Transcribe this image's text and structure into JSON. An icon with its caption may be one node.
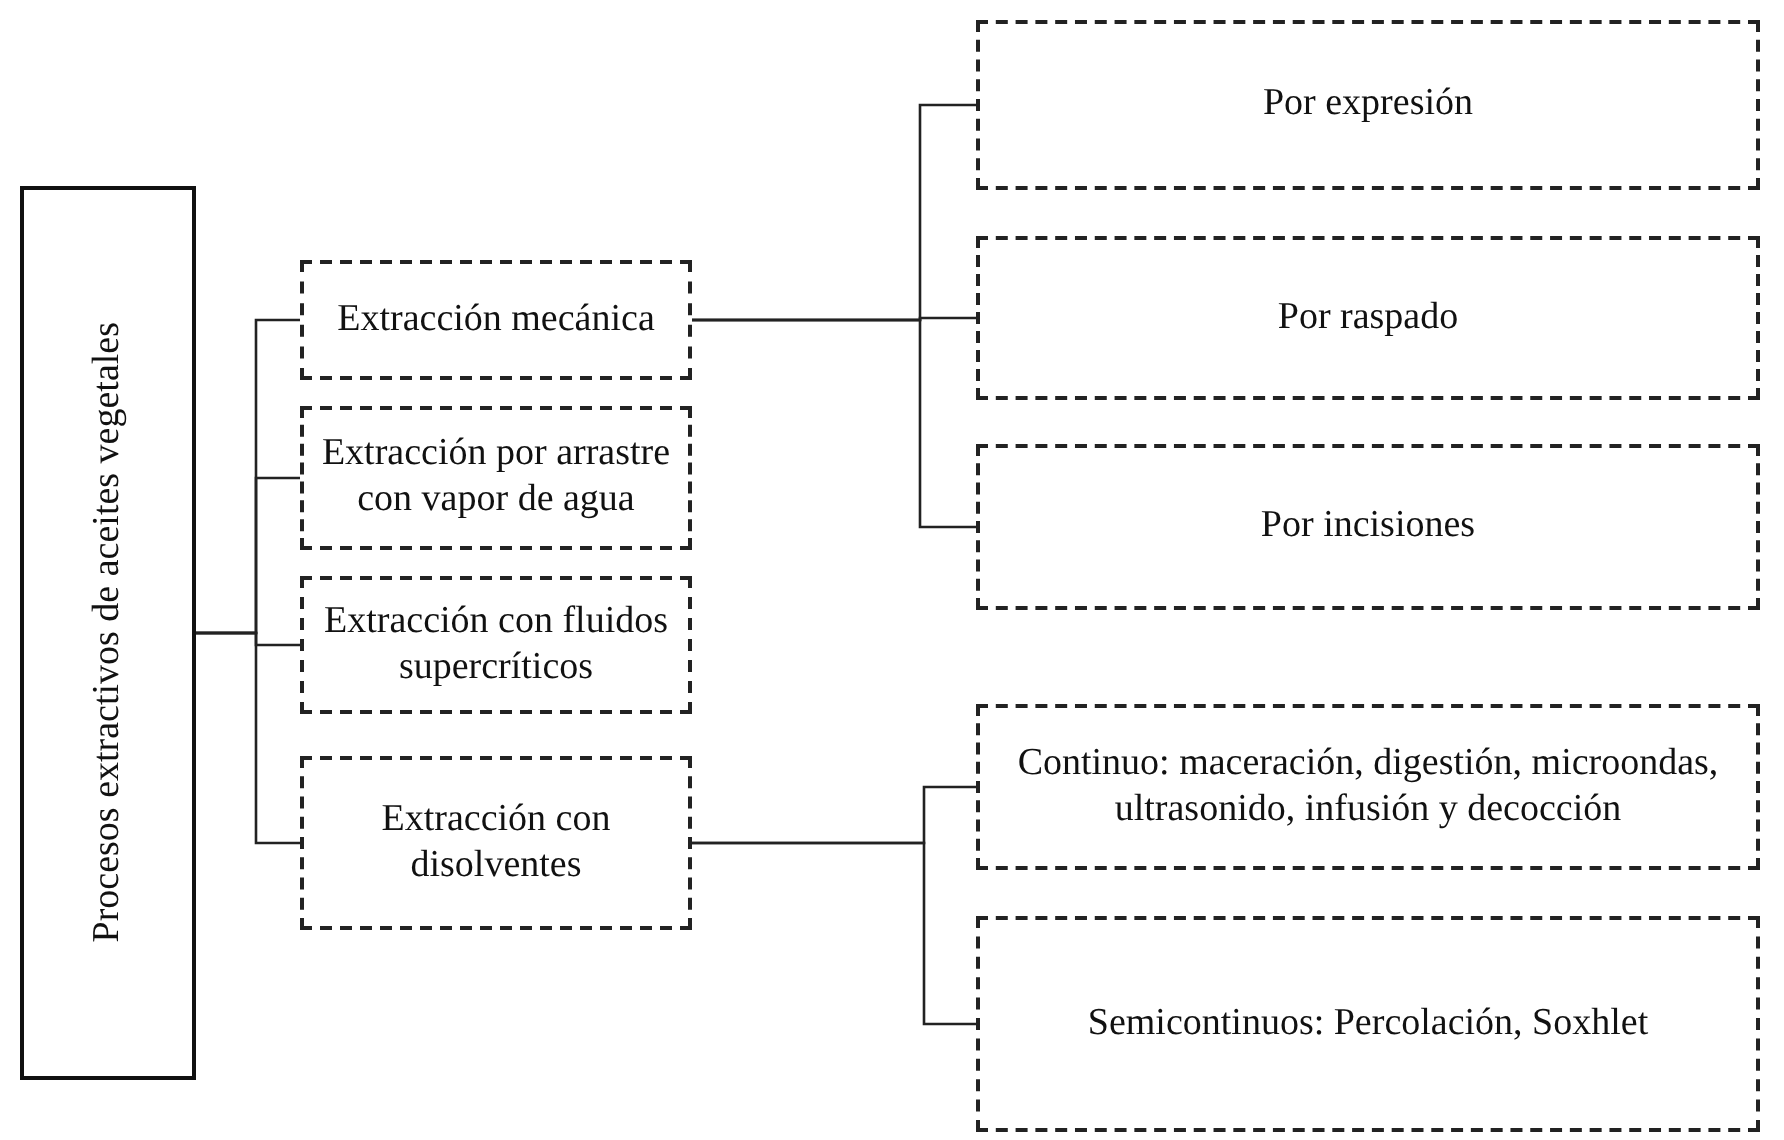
{
  "diagram": {
    "nodes": [
      {
        "text": [
          "Procesos extractivos de aceites vegetales"
        ]
      },
      {
        "text": [
          "Extracción mecánica"
        ]
      },
      {
        "text": [
          "Extracción por arrastre con vapor de agua"
        ]
      },
      {
        "text": [
          "Extracción con fluidos supercríticos"
        ]
      },
      {
        "text": [
          "Extracción con disolventes"
        ]
      },
      {
        "text": [
          "Por expresión"
        ]
      },
      {
        "text": [
          "Por raspado"
        ]
      },
      {
        "text": [
          "Por incisiones"
        ]
      },
      {
        "text": [
          "Continuo: maceración, digestión, microondas, ultrasonido, infusión y decocción"
        ]
      },
      {
        "text": [
          "Semicontinuos: Percolación, Soxhlet"
        ]
      }
    ],
    "edges": [
      {
        "from": 0,
        "to": 1,
        "arrow": "none"
      },
      {
        "from": 0,
        "to": 2,
        "arrow": "none"
      },
      {
        "from": 0,
        "to": 3,
        "arrow": "none"
      },
      {
        "from": 0,
        "to": 4,
        "arrow": "none"
      },
      {
        "from": 1,
        "to": 5,
        "arrow": "none"
      },
      {
        "from": 1,
        "to": 6,
        "arrow": "none"
      },
      {
        "from": 1,
        "to": 7,
        "arrow": "none"
      },
      {
        "from": 4,
        "to": 8,
        "arrow": "none"
      },
      {
        "from": 4,
        "to": 9,
        "arrow": "none"
      }
    ]
  }
}
